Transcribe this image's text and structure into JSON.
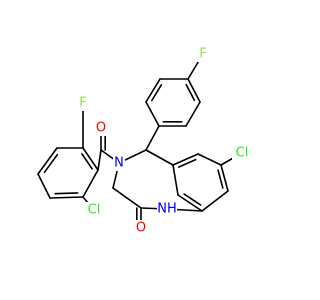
{
  "colors": {
    "bond": "#000000",
    "O": "#ff0000",
    "N": "#0000ff",
    "F": "#90e050",
    "Cl": "#1ff01f",
    "C": "#000000"
  },
  "atoms": [
    {
      "id": "F_top",
      "el": "F",
      "label": "F"
    },
    {
      "id": "C1",
      "el": "C"
    },
    {
      "id": "C2",
      "el": "C"
    },
    {
      "id": "C3",
      "el": "C"
    },
    {
      "id": "C4",
      "el": "C"
    },
    {
      "id": "C5",
      "el": "C"
    },
    {
      "id": "C6",
      "el": "C"
    },
    {
      "id": "C5a",
      "el": "C"
    },
    {
      "id": "N4",
      "el": "N",
      "label": "N"
    },
    {
      "id": "C3a",
      "el": "C"
    },
    {
      "id": "C2a",
      "el": "C"
    },
    {
      "id": "O_lac",
      "el": "O",
      "label": "O"
    },
    {
      "id": "N1",
      "el": "N",
      "label": "NH"
    },
    {
      "id": "Ar1",
      "el": "C"
    },
    {
      "id": "Ar2",
      "el": "C"
    },
    {
      "id": "Ar3",
      "el": "C"
    },
    {
      "id": "Ar4",
      "el": "C"
    },
    {
      "id": "Ar5",
      "el": "C"
    },
    {
      "id": "Ar6",
      "el": "C"
    },
    {
      "id": "Cl_right",
      "el": "Cl",
      "label": "Cl"
    },
    {
      "id": "Ccarb",
      "el": "C"
    },
    {
      "id": "O_carb",
      "el": "O",
      "label": "O"
    },
    {
      "id": "B1",
      "el": "C"
    },
    {
      "id": "B2",
      "el": "C"
    },
    {
      "id": "B3",
      "el": "C"
    },
    {
      "id": "B4",
      "el": "C"
    },
    {
      "id": "B5",
      "el": "C"
    },
    {
      "id": "B6",
      "el": "C"
    },
    {
      "id": "F_left",
      "el": "F",
      "label": "F"
    },
    {
      "id": "Cl_left",
      "el": "Cl",
      "label": "Cl"
    }
  ],
  "bonds": [
    {
      "a": "F_top",
      "b": "C1",
      "order": 1
    },
    {
      "a": "C1",
      "b": "C2",
      "order": 2
    },
    {
      "a": "C2",
      "b": "C3",
      "order": 1
    },
    {
      "a": "C3",
      "b": "C4",
      "order": 2
    },
    {
      "a": "C4",
      "b": "C5",
      "order": 1
    },
    {
      "a": "C5",
      "b": "C6",
      "order": 2
    },
    {
      "a": "C6",
      "b": "C1",
      "order": 1
    },
    {
      "a": "C4",
      "b": "C5a",
      "order": 1
    },
    {
      "a": "C5a",
      "b": "N4",
      "order": 1
    },
    {
      "a": "N4",
      "b": "C3a",
      "order": 1
    },
    {
      "a": "C3a",
      "b": "C2a",
      "order": 1
    },
    {
      "a": "C2a",
      "b": "O_lac",
      "order": 2
    },
    {
      "a": "C2a",
      "b": "N1",
      "order": 1
    },
    {
      "a": "N1",
      "b": "Ar5",
      "order": 1
    },
    {
      "a": "C5a",
      "b": "Ar1",
      "order": 1
    },
    {
      "a": "Ar1",
      "b": "Ar2",
      "order": 2
    },
    {
      "a": "Ar2",
      "b": "Ar3",
      "order": 1
    },
    {
      "a": "Ar3",
      "b": "Ar4",
      "order": 2
    },
    {
      "a": "Ar4",
      "b": "Ar5",
      "order": 1
    },
    {
      "a": "Ar5",
      "b": "Ar6",
      "order": 2
    },
    {
      "a": "Ar6",
      "b": "Ar1",
      "order": 1
    },
    {
      "a": "Ar3",
      "b": "Cl_right",
      "order": 1
    },
    {
      "a": "N4",
      "b": "Ccarb",
      "order": 1
    },
    {
      "a": "Ccarb",
      "b": "O_carb",
      "order": 2
    },
    {
      "a": "Ccarb",
      "b": "B1",
      "order": 1
    },
    {
      "a": "B1",
      "b": "B2",
      "order": 2
    },
    {
      "a": "B2",
      "b": "B3",
      "order": 1
    },
    {
      "a": "B3",
      "b": "B4",
      "order": 2
    },
    {
      "a": "B4",
      "b": "B5",
      "order": 1
    },
    {
      "a": "B5",
      "b": "B6",
      "order": 2
    },
    {
      "a": "B6",
      "b": "B1",
      "order": 1
    },
    {
      "a": "B2",
      "b": "F_left",
      "order": 1
    },
    {
      "a": "B6",
      "b": "Cl_left",
      "order": 1
    }
  ]
}
